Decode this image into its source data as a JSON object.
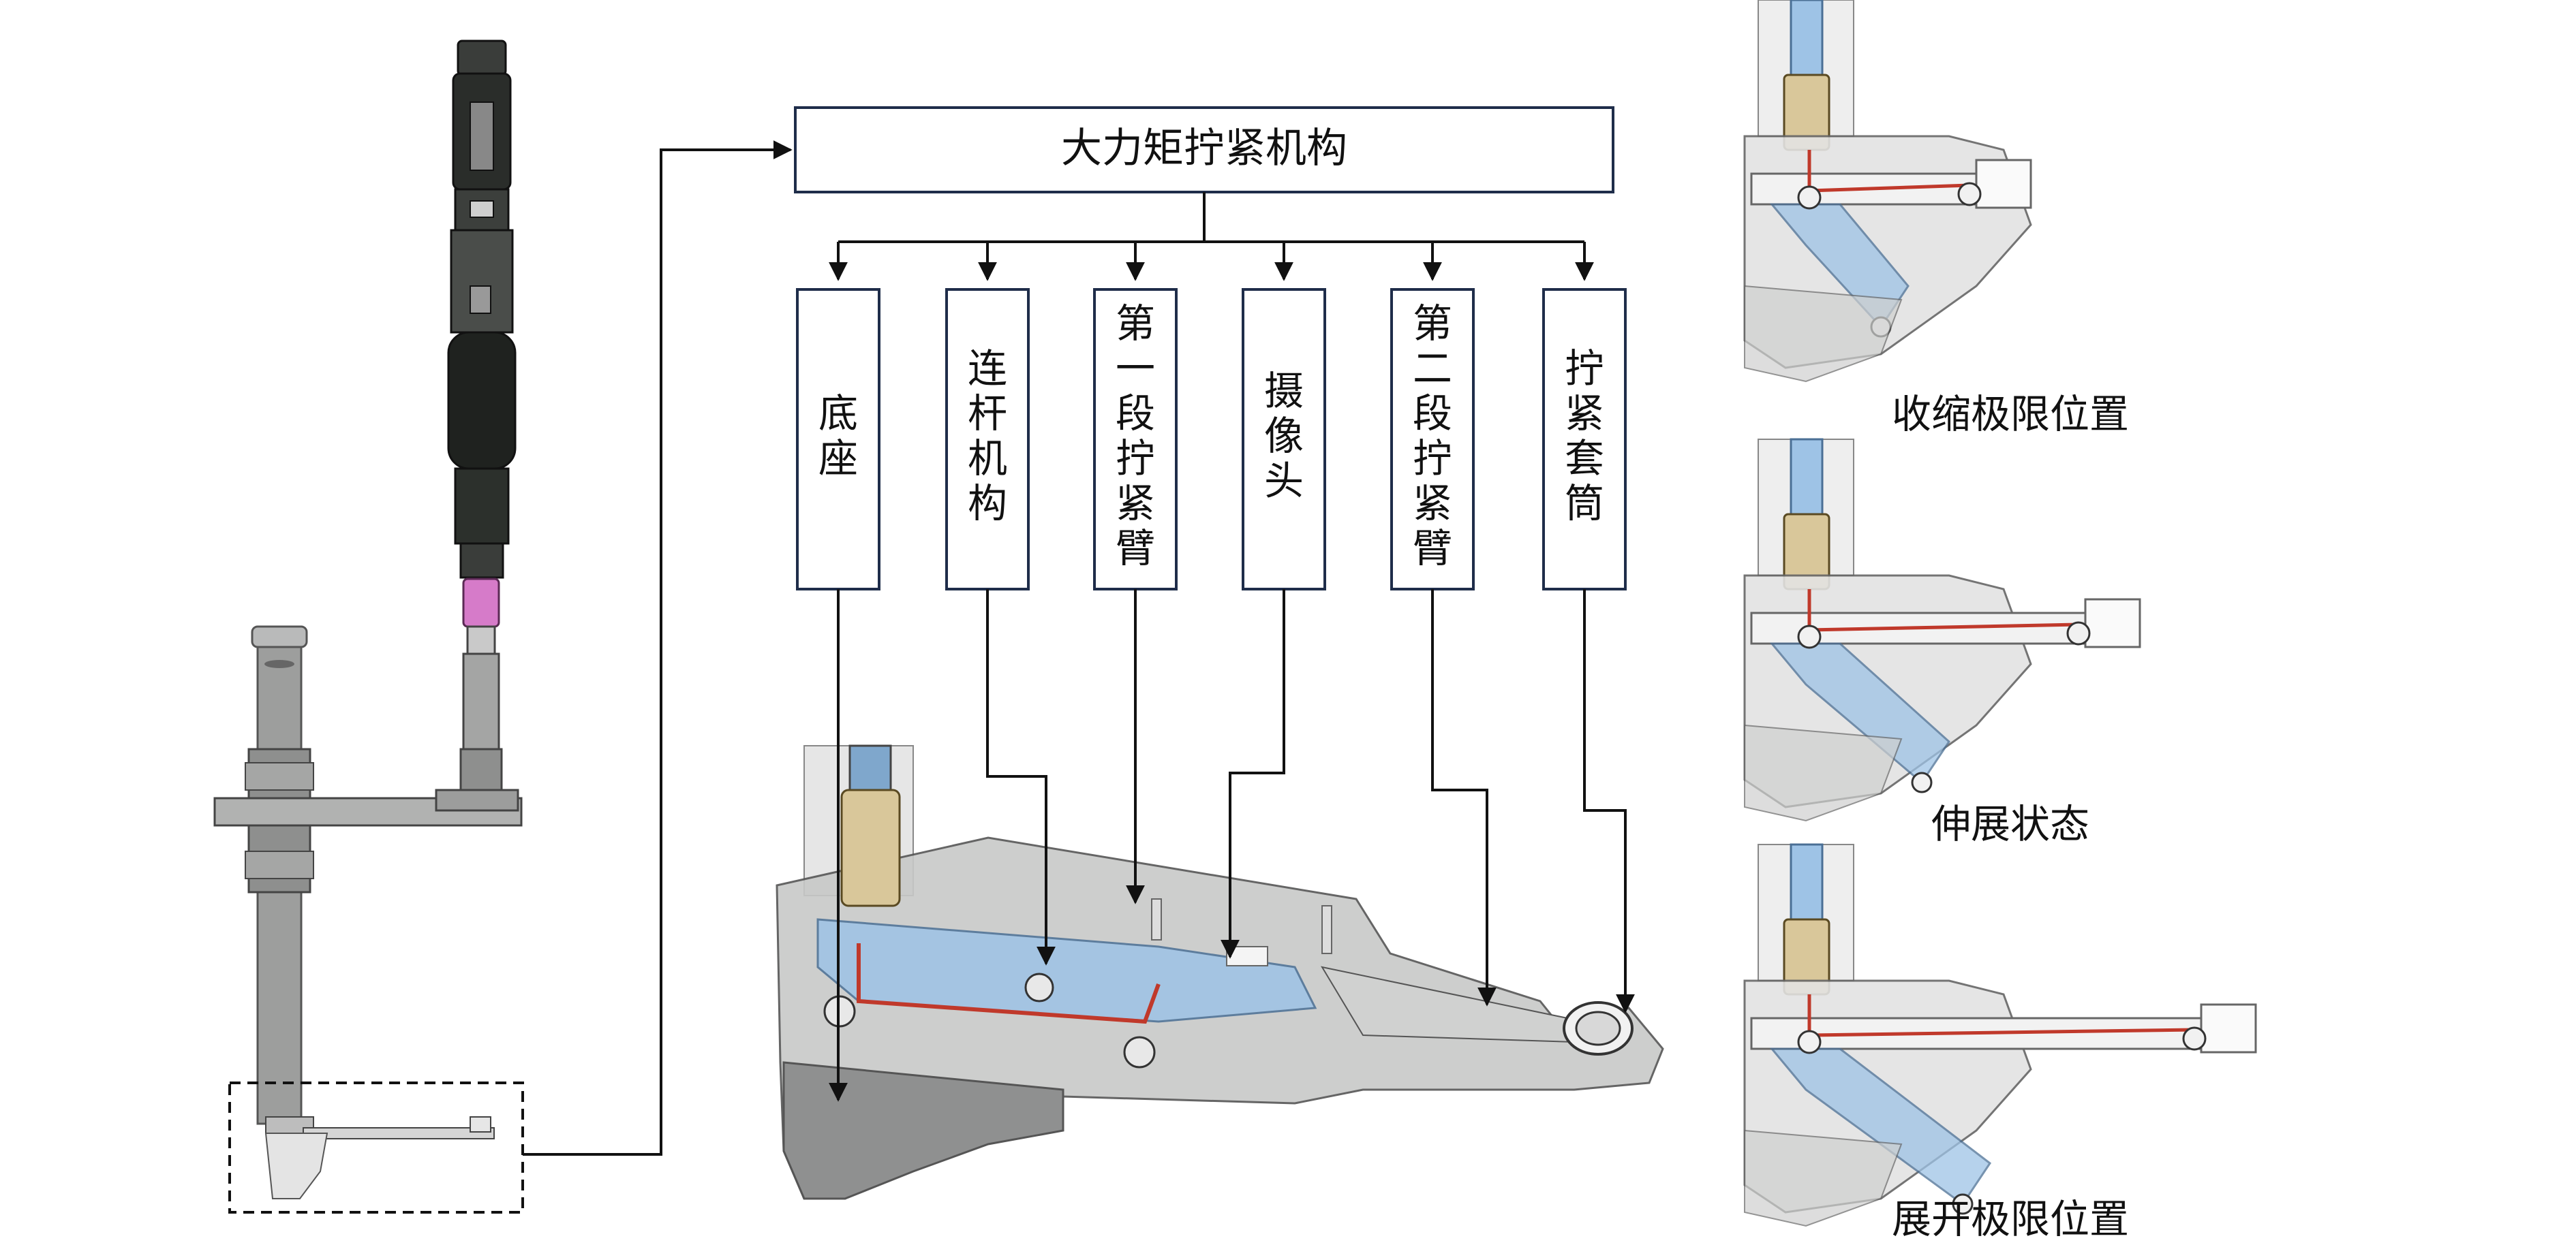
{
  "title": "大力矩拧紧机构",
  "components": [
    "底座",
    "连杆机构",
    "第一段拧紧臂",
    "摄像头",
    "第二段拧紧臂",
    "拧紧套筒"
  ],
  "states": [
    "收缩极限位置",
    "伸展状态",
    "展开极限位置"
  ],
  "colors": {
    "line": "#111111",
    "box_border": "#1f2d4a",
    "metal": "#a9aaa9",
    "metal_dark": "#6f7070",
    "brass": "#d9c79a",
    "link_blue": "#9ec3e6",
    "shaft_blue": "#7fa7cc",
    "red_link": "#c0392b",
    "tool_black": "#2a2d2a",
    "socket_pink": "#d67bc9"
  }
}
